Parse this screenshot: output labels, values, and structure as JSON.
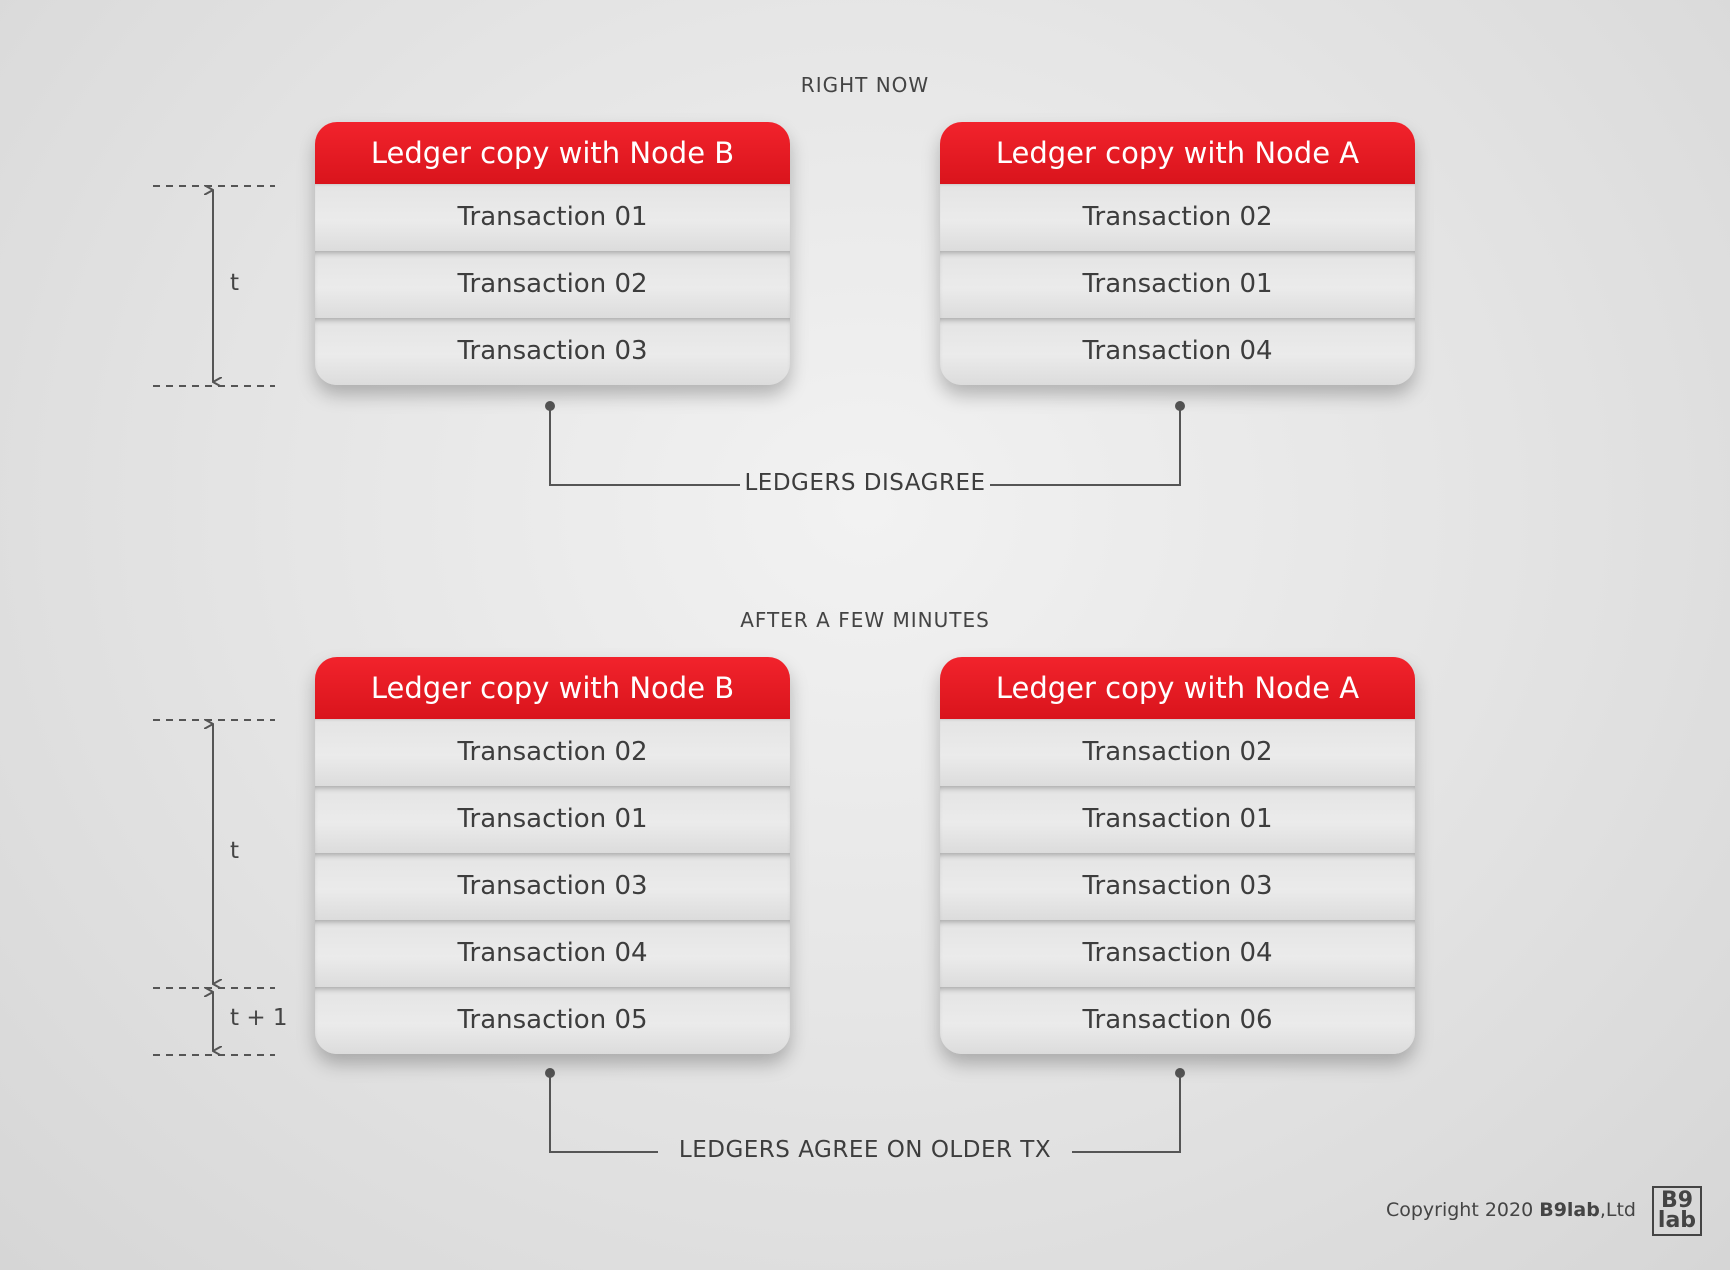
{
  "top": {
    "section_label": "RIGHT NOW",
    "ledger_b": {
      "title": "Ledger copy with Node B",
      "rows": [
        "Transaction 01",
        "Transaction 02",
        "Transaction 03"
      ]
    },
    "ledger_a": {
      "title": "Ledger copy with Node A",
      "rows": [
        "Transaction 02",
        "Transaction 01",
        "Transaction 04"
      ]
    },
    "note": "LEDGERS DISAGREE",
    "t_label": "t"
  },
  "bottom": {
    "section_label": "AFTER A FEW MINUTES",
    "ledger_b": {
      "title": "Ledger copy with Node B",
      "rows": [
        "Transaction 02",
        "Transaction 01",
        "Transaction 03",
        "Transaction 04",
        "Transaction 05"
      ]
    },
    "ledger_a": {
      "title": "Ledger copy with Node A",
      "rows": [
        "Transaction 02",
        "Transaction 01",
        "Transaction 03",
        "Transaction 04",
        "Transaction 06"
      ]
    },
    "note": "LEDGERS AGREE ON OLDER TX",
    "t_label": "t",
    "t1_label": "t + 1"
  },
  "footer": {
    "copyright_prefix": "Copyright 2020 ",
    "copyright_brand": "B9lab",
    "copyright_suffix": ",Ltd",
    "logo_line1": "B9",
    "logo_line2": "lab"
  },
  "colors": {
    "header_red": "#e31b23",
    "row_gray": "#e4e4e4",
    "text_dark": "#3d3d3d"
  }
}
